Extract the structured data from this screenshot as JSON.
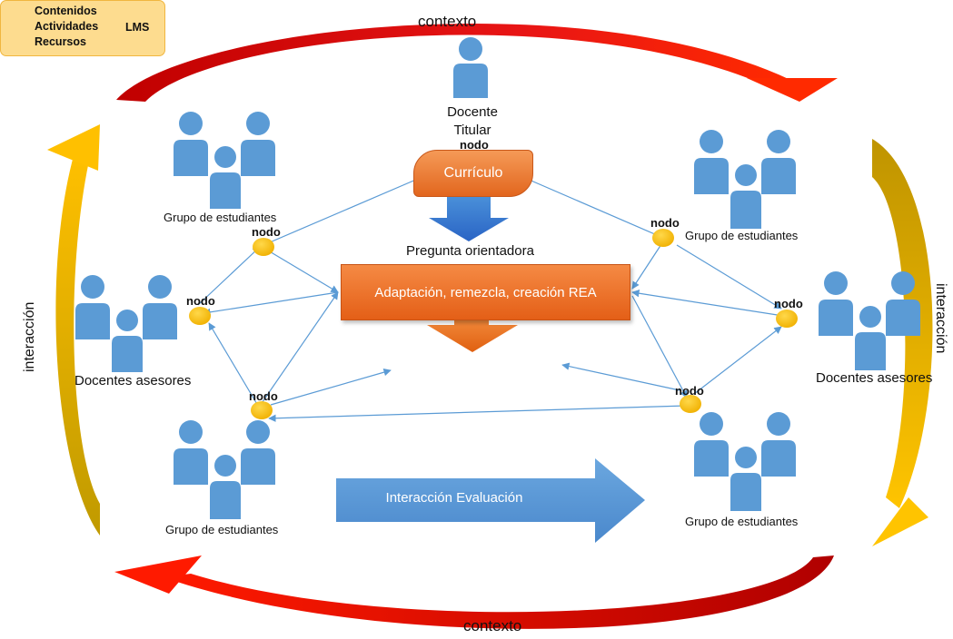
{
  "context_top": "contexto",
  "context_bottom": "contexto",
  "interaction_left": "interacción",
  "interaction_right": "interacción",
  "teacher_label": "Docente\nTitular",
  "curriculum": "Currículo",
  "guiding_question": "Pregunta orientadora",
  "adaptation": "Adaptación, remezcla, creación REA",
  "resources": {
    "lines": [
      "Contenidos",
      "Actividades",
      "Recursos"
    ],
    "lms": "LMS"
  },
  "evaluation": "Interacción Evaluación",
  "groups": {
    "top_left": "Grupo de estudiantes",
    "top_right": "Grupo de estudiantes",
    "bottom_left": "Grupo de estudiantes",
    "bottom_right": "Grupo de estudiantes",
    "advisors_left": "Docentes asesores",
    "advisors_right": "Docentes asesores"
  },
  "node_label": "nodo",
  "colors": {
    "person": "#5b9bd5",
    "node": "#ffc000",
    "arrow_line": "#5b9bd5",
    "context_arc": "#c00000",
    "interaction_arc": "#ffc000",
    "orange_box": "#ed7d31",
    "yellow_box": "#fdd98a"
  }
}
